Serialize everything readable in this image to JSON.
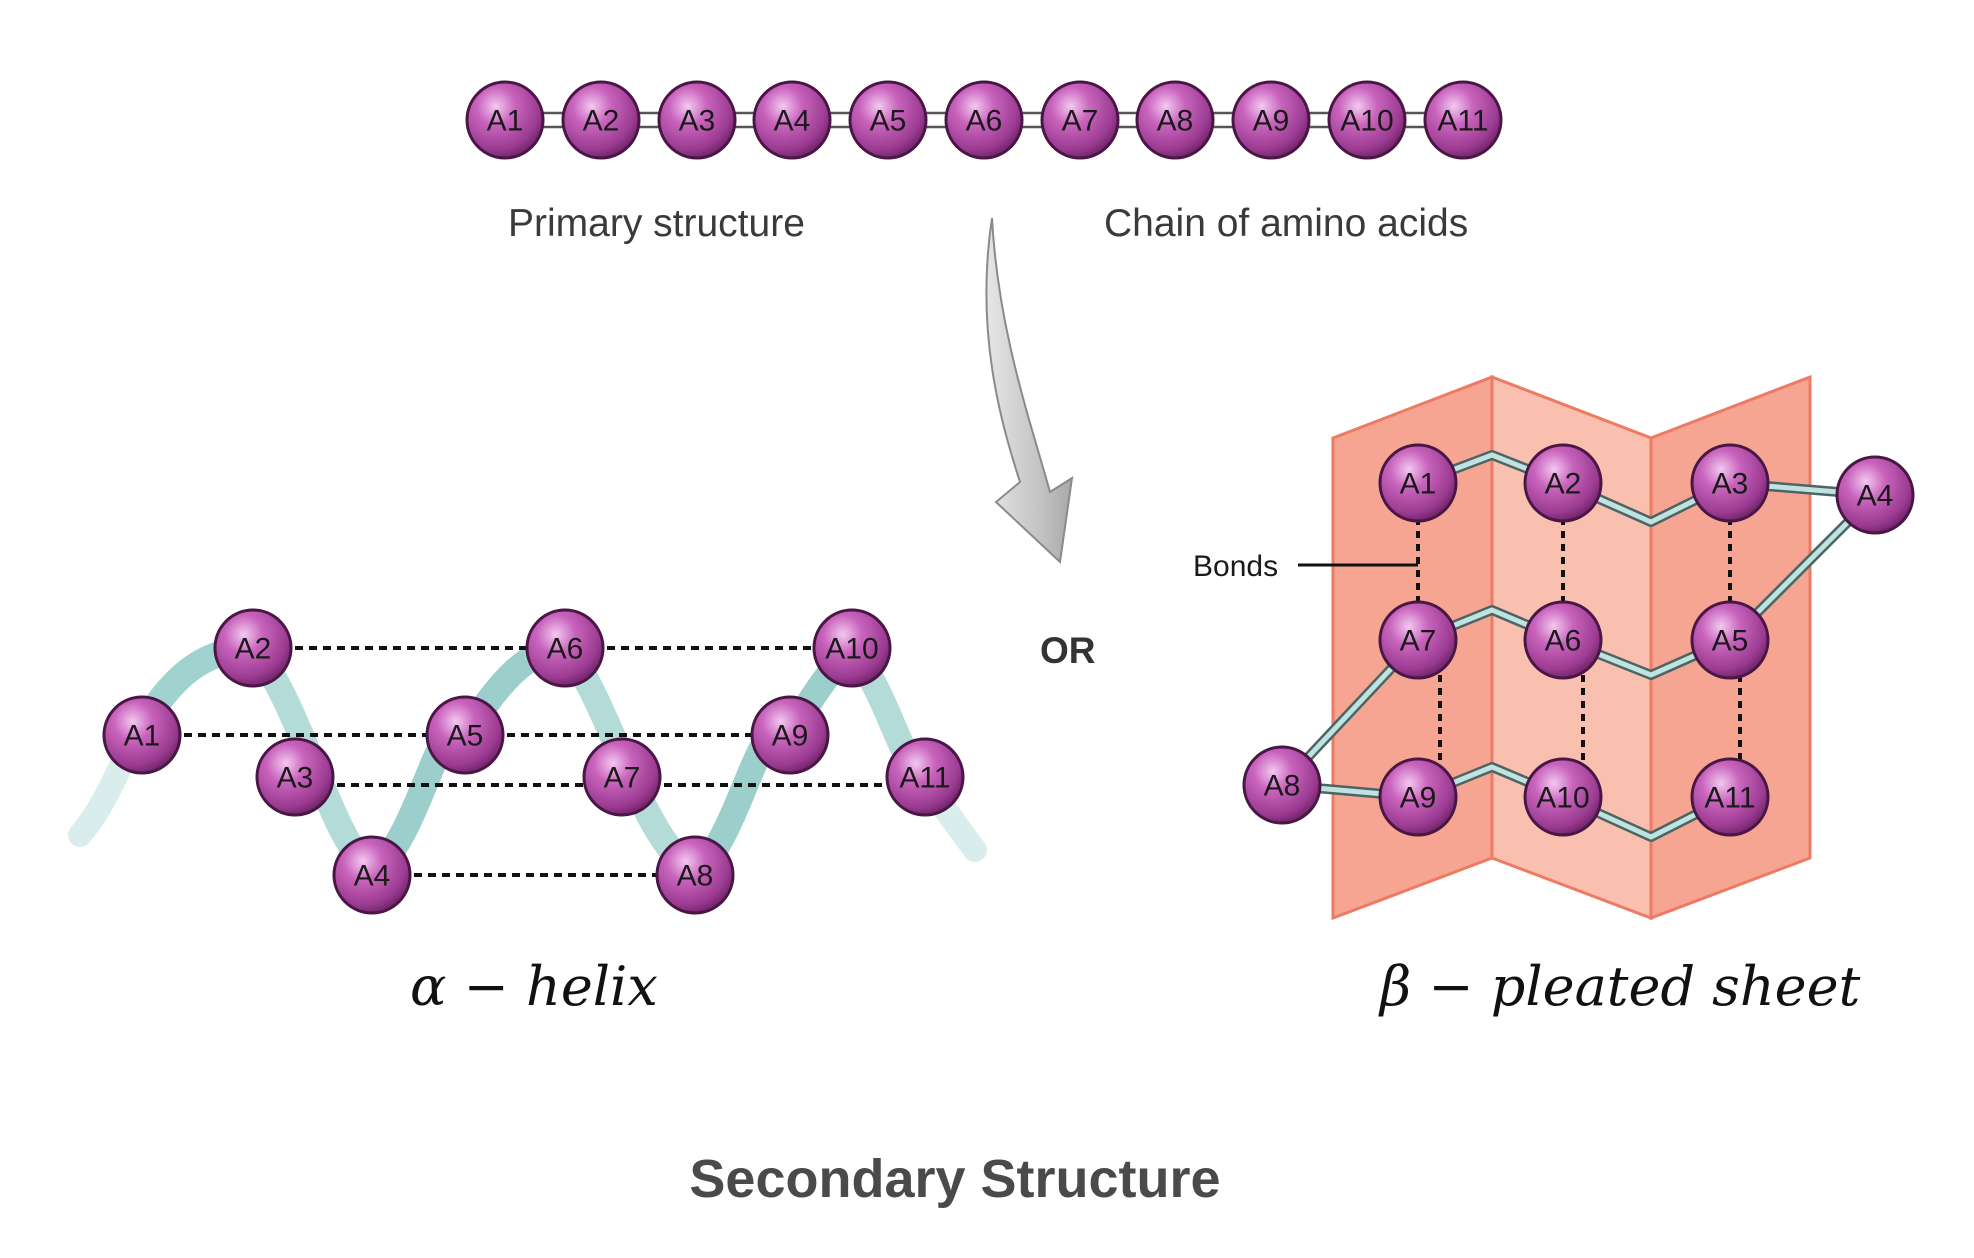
{
  "primary": {
    "residues": [
      "A1",
      "A2",
      "A3",
      "A4",
      "A5",
      "A6",
      "A7",
      "A8",
      "A9",
      "A10",
      "A11"
    ],
    "caption_left": "Primary structure",
    "caption_right": "Chain of amino acids"
  },
  "or_label": "OR",
  "helix": {
    "residues": [
      "A1",
      "A2",
      "A3",
      "A4",
      "A5",
      "A6",
      "A7",
      "A8",
      "A9",
      "A10",
      "A11"
    ],
    "label": "α − helix"
  },
  "sheet": {
    "residues": [
      "A1",
      "A2",
      "A3",
      "A4",
      "A5",
      "A6",
      "A7",
      "A8",
      "A9",
      "A10",
      "A11"
    ],
    "bonds_label": "Bonds",
    "label": "β − pleated sheet"
  },
  "footer_title": "Secondary Structure",
  "colors": {
    "residue": "#a8449e",
    "residue_highlight": "#f0c2ee",
    "residue_shadow": "#5e1d58",
    "ribbon": "#9ccfcd",
    "sheet_fill": "#f6a997",
    "sheet_edge": "#f07a63",
    "arrow": "#c8c8c8"
  }
}
